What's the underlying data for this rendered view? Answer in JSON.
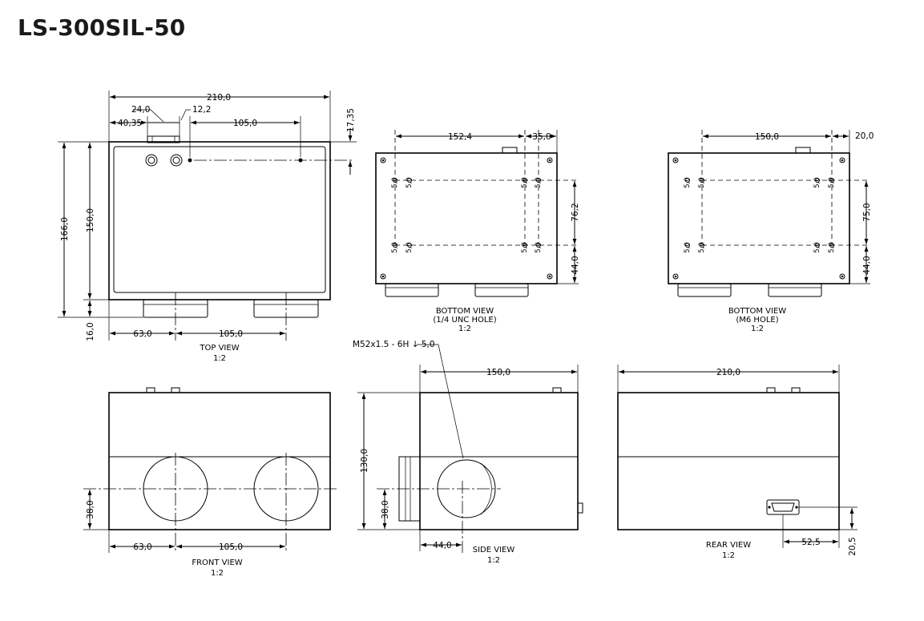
{
  "title": "LS-300SIL-50",
  "views": {
    "top": {
      "name": "TOP VIEW",
      "scale": "1:2"
    },
    "bottom_unc": {
      "name": "BOTTOM VIEW",
      "note": "(1/4 UNC HOLE)",
      "scale": "1:2"
    },
    "bottom_m6": {
      "name": "BOTTOM VIEW",
      "note": "(M6 HOLE)",
      "scale": "1:2"
    },
    "front": {
      "name": "FRONT VIEW",
      "scale": "1:2"
    },
    "side": {
      "name": "SIDE VIEW",
      "scale": "1:2"
    },
    "rear": {
      "name": "REAR VIEW",
      "scale": "1:2"
    }
  },
  "dimensions": {
    "top": {
      "width": "210,0",
      "port_w": "24,0",
      "offset_a": "40,35",
      "offset_b": "12,2",
      "pitch": "105,0",
      "edge": "17,35",
      "height_total": "166,0",
      "height_inner": "150,0",
      "foot": "16,0",
      "port_x": "63,0",
      "port_pitch": "105,0"
    },
    "bottom_unc": {
      "hole_span": "152,4",
      "edge": "35,0",
      "hole_v": "76,2",
      "bottom": "44,0",
      "hole_depth": "5,0"
    },
    "bottom_m6": {
      "hole_span": "150,0",
      "edge": "20,0",
      "hole_v": "75,0",
      "bottom": "44,0",
      "hole_depth": "5,0"
    },
    "front": {
      "height": "38,0",
      "port_x": "63,0",
      "port_pitch": "105,0"
    },
    "side": {
      "callout": "M52x1.5 - 6H ↓ 5,0",
      "width": "150,0",
      "height": "130,0",
      "port_h": "38,0",
      "port_x": "44,0"
    },
    "rear": {
      "width": "210,0",
      "conn_x": "52,5",
      "conn_y": "20,5"
    }
  }
}
